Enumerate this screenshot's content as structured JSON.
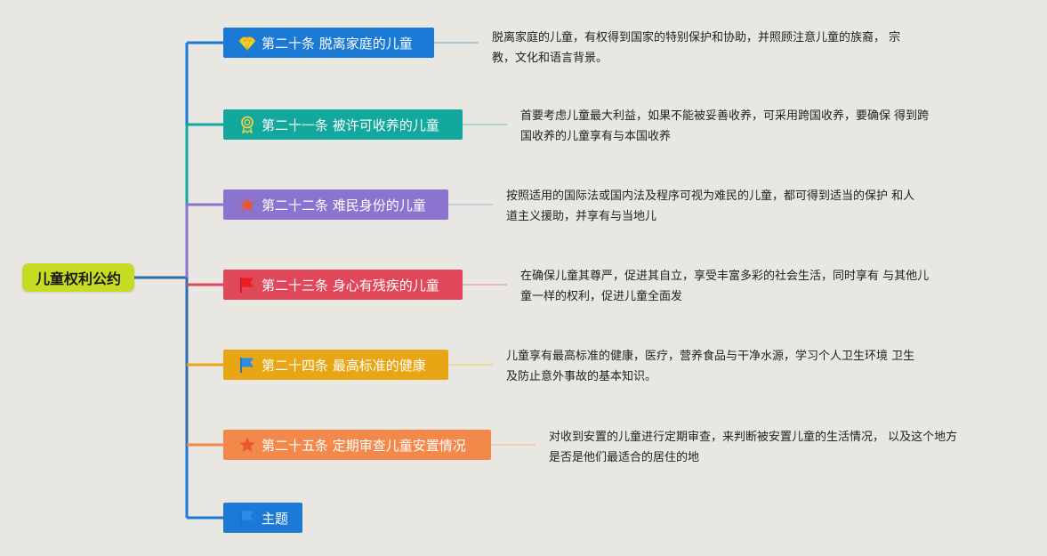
{
  "root": {
    "label": "儿童权利公约",
    "color": "#c5dc23"
  },
  "topics": [
    {
      "label": "第二十条 脱离家庭的儿童",
      "color": "#1a7ad6",
      "icon": "diamond-icon",
      "desc_lines": [
        "脱离家庭的儿童，有权得到国家的特别保护和协助，并照顾注意儿童的族裔， 宗",
        "教，文化和语言背景。"
      ]
    },
    {
      "label": "第二十一条 被许可收养的儿童",
      "color": "#13a89e",
      "icon": "award-ribbon-icon",
      "desc_lines": [
        "首要考虑儿童最大利益，如果不能被妥善收养，可采用跨国收养，要确保 得到跨",
        "国收养的儿童享有与本国收养"
      ]
    },
    {
      "label": "第二十二条 难民身份的儿童",
      "color": "#8b73d0",
      "icon": "star-icon",
      "desc_lines": [
        "按照适用的国际法或国内法及程序可视为难民的儿童，都可得到适当的保护 和人",
        "道主义援助，并享有与当地儿"
      ]
    },
    {
      "label": "第二十三条 身心有残疾的儿童",
      "color": "#e0485a",
      "icon": "flag-red-icon",
      "desc_lines": [
        "在确保儿童其尊严，促进其自立，享受丰富多彩的社会生活，同时享有 与其他儿",
        "童一样的权利，促进儿童全面发"
      ]
    },
    {
      "label": "第二十四条 最高标准的健康",
      "color": "#e8a514",
      "icon": "flag-blue-icon",
      "desc_lines": [
        "儿童享有最高标准的健康，医疗，营养食品与干净水源，学习个人卫生环境 卫生",
        "及防止意外事故的基本知识。"
      ]
    },
    {
      "label": "第二十五条 定期审查儿童安置情况",
      "color": "#f2894a",
      "icon": "star-icon",
      "desc_lines": [
        "对收到安置的儿童进行定期审查，来判断被安置儿童的生活情况， 以及这个地方",
        "是否是他们最适合的居住的地"
      ]
    },
    {
      "label": "主题",
      "color": "#1a7ad6",
      "icon": "flag-blue-icon",
      "desc_lines": []
    }
  ]
}
